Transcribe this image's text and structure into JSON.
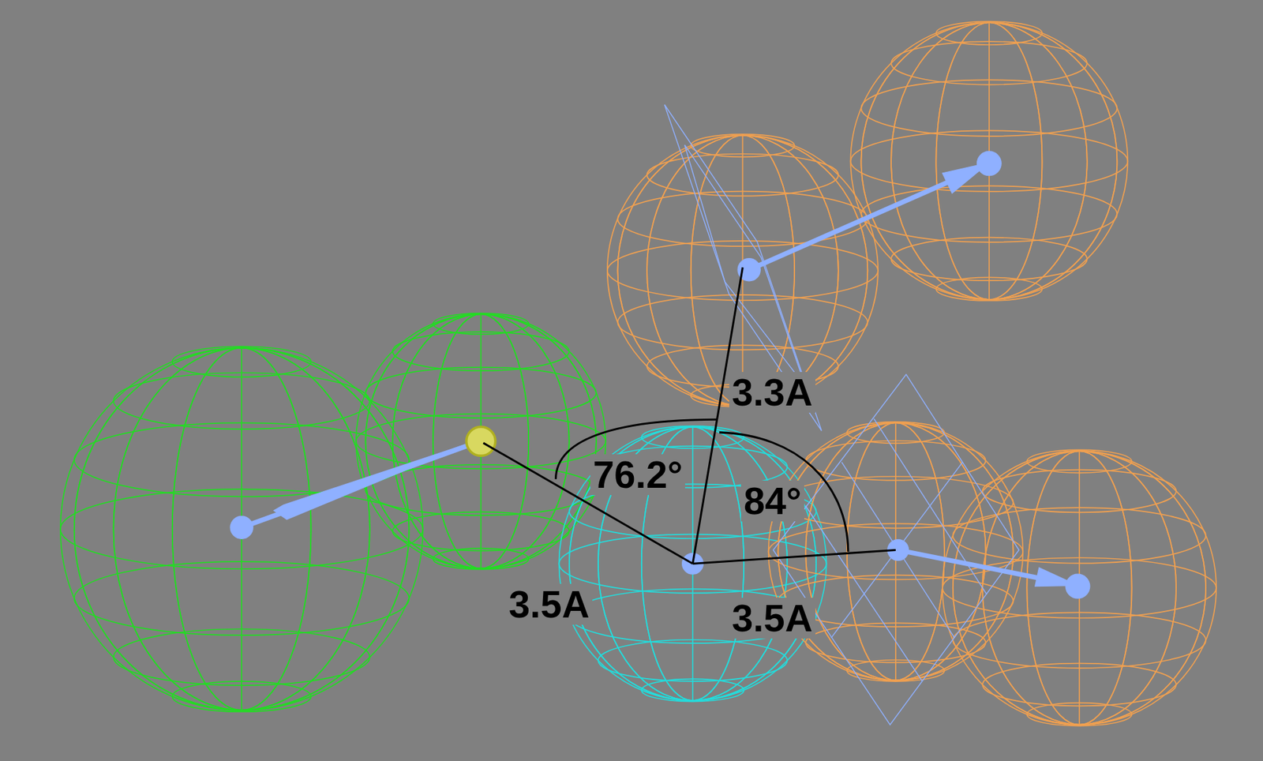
{
  "diagram": {
    "labels": [
      "3.3A",
      "76.2°",
      "84°",
      "3.5A",
      "3.5A"
    ]
  }
}
